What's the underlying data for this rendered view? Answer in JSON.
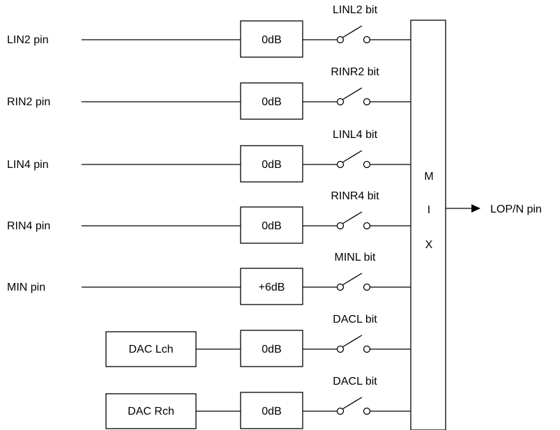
{
  "diagram": {
    "rows": [
      {
        "input": "LIN2 pin",
        "source_type": "pin",
        "gain": "0dB",
        "switch_label": "LINL2 bit"
      },
      {
        "input": "RIN2 pin",
        "source_type": "pin",
        "gain": "0dB",
        "switch_label": "RINR2 bit"
      },
      {
        "input": "LIN4 pin",
        "source_type": "pin",
        "gain": "0dB",
        "switch_label": "LINL4 bit"
      },
      {
        "input": "RIN4 pin",
        "source_type": "pin",
        "gain": "0dB",
        "switch_label": "RINR4 bit"
      },
      {
        "input": "MIN pin",
        "source_type": "pin",
        "gain": "+6dB",
        "switch_label": "MINL bit"
      },
      {
        "input": "DAC Lch",
        "source_type": "block",
        "gain": "0dB",
        "switch_label": "DACL bit"
      },
      {
        "input": "DAC Rch",
        "source_type": "block",
        "gain": "0dB",
        "switch_label": "DACL bit"
      }
    ],
    "mixer": {
      "letters": [
        "M",
        "I",
        "X"
      ]
    },
    "output": "LOP/N pin"
  }
}
